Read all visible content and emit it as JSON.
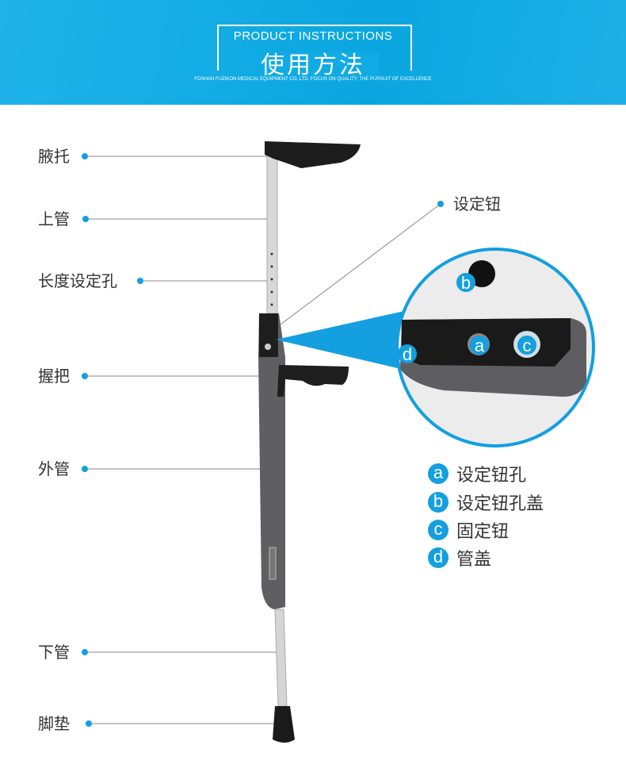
{
  "header": {
    "title_en": "PRODUCT INSTRUCTIONS",
    "title_cn": "使用方法",
    "subtitle": "FOSHAN FUZIKON MEDICAL EQUIPMENT CO.,LTD. FOCUS ON QUALITY, THE PURSUIT OF EXCELLENCE"
  },
  "parts": [
    {
      "label": "腋托"
    },
    {
      "label": "上管"
    },
    {
      "label": "长度设定孔"
    },
    {
      "label": "握把"
    },
    {
      "label": "外管"
    },
    {
      "label": "下管"
    },
    {
      "label": "脚垫"
    }
  ],
  "button_label": "设定钮",
  "legend": [
    {
      "key": "a",
      "label": "设定钮孔"
    },
    {
      "key": "b",
      "label": "设定钮孔盖"
    },
    {
      "key": "c",
      "label": "固定钮"
    },
    {
      "key": "d",
      "label": "管盖"
    }
  ],
  "accent": "#139fe0"
}
